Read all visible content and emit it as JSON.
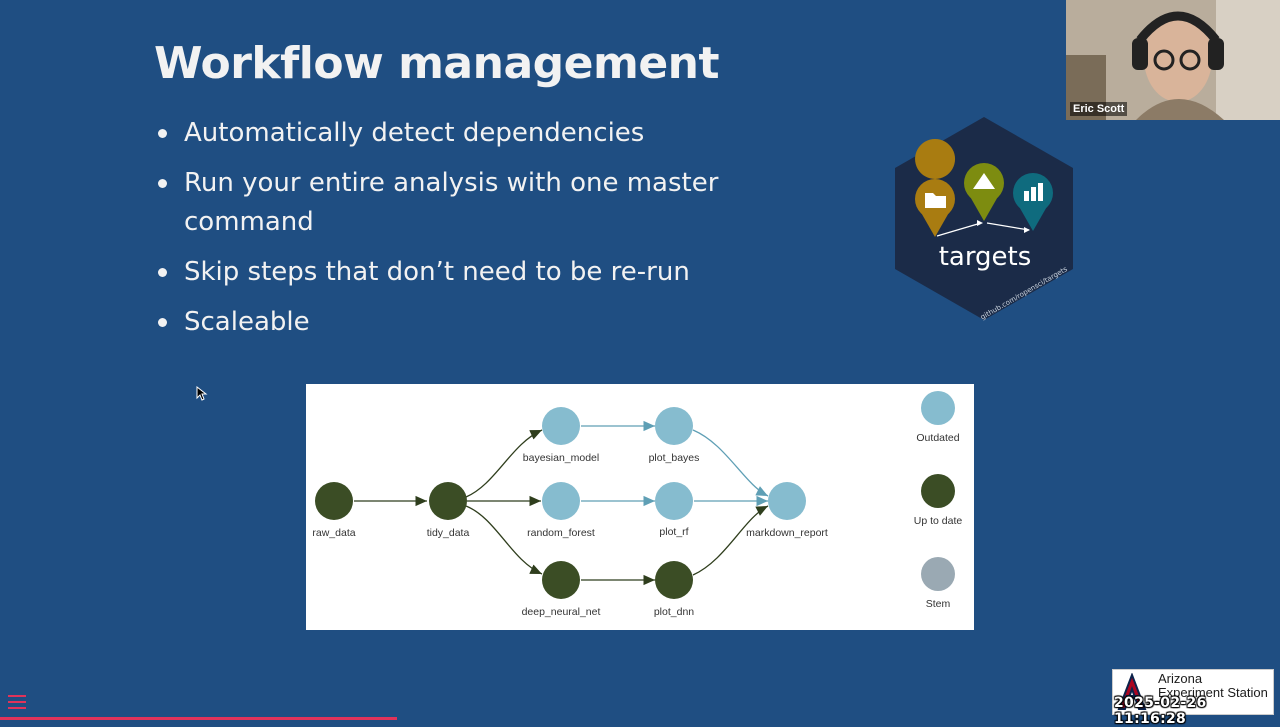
{
  "slide": {
    "title": "Workflow management",
    "bullets": [
      "Automatically detect dependencies",
      "Run your entire analysis with one master command",
      "Skip steps that don’t need to be re-run",
      "Scaleable"
    ]
  },
  "logo": {
    "name": "targets",
    "url": "github.com/ropensci/targets",
    "pin_colors": [
      "#a97c11",
      "#7d8c10",
      "#0f6b7e"
    ],
    "icons": [
      "folder-icon",
      "mountain-icon",
      "bar-chart-icon"
    ]
  },
  "webcam": {
    "participant_name": "Eric Scott"
  },
  "diagram": {
    "nodes": {
      "raw_data": "raw_data",
      "tidy_data": "tidy_data",
      "bayesian_model": "bayesian_model",
      "random_forest": "random_forest",
      "deep_neural_net": "deep_neural_net",
      "plot_bayes": "plot_bayes",
      "plot_rf": "plot_rf",
      "plot_dnn": "plot_dnn",
      "markdown_report": "markdown_report"
    },
    "legend": {
      "outdated": "Outdated",
      "up_to_date": "Up to date",
      "stem": "Stem"
    },
    "colors": {
      "outdated": "#86bccf",
      "up_to_date": "#3b4d25",
      "stem": "#9aa9b3"
    }
  },
  "overlay": {
    "station_name_line1": "Arizona",
    "station_name_line2": "Experiment Station",
    "timestamp": "2025-02-26  11:16:28"
  },
  "progress": {
    "fraction": 0.31
  }
}
